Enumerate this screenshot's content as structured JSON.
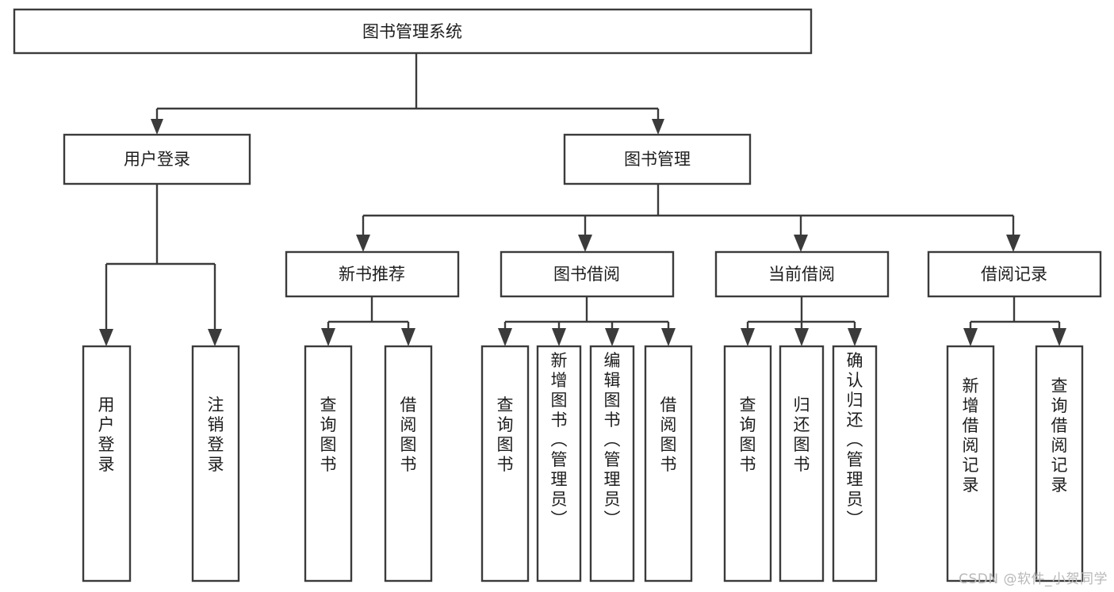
{
  "diagram": {
    "title": "图书管理系统",
    "type": "hierarchy-tree",
    "watermark": "CSDN @软件_小贺同学",
    "colors": {
      "stroke": "#3b3b3b",
      "fill": "#ffffff",
      "text": "#1d1d1d",
      "watermark": "#b8b8b8",
      "background": "#ffffff"
    },
    "levels": [
      {
        "level": 1,
        "nodes": [
          {
            "id": "root",
            "label": "图书管理系统",
            "orientation": "horizontal"
          }
        ]
      },
      {
        "level": 2,
        "nodes": [
          {
            "id": "login",
            "label": "用户登录",
            "orientation": "horizontal",
            "parent": "root"
          },
          {
            "id": "bookmgmt",
            "label": "图书管理",
            "orientation": "horizontal",
            "parent": "root"
          }
        ]
      },
      {
        "level": 3,
        "nodes": [
          {
            "id": "newbook",
            "label": "新书推荐",
            "orientation": "horizontal",
            "parent": "bookmgmt"
          },
          {
            "id": "borrow",
            "label": "图书借阅",
            "orientation": "horizontal",
            "parent": "bookmgmt"
          },
          {
            "id": "current",
            "label": "当前借阅",
            "orientation": "horizontal",
            "parent": "bookmgmt"
          },
          {
            "id": "records",
            "label": "借阅记录",
            "orientation": "horizontal",
            "parent": "bookmgmt"
          }
        ]
      },
      {
        "level": 4,
        "nodes": [
          {
            "id": "leaf-user-login",
            "label": "用户登录",
            "orientation": "vertical",
            "parent": "login"
          },
          {
            "id": "leaf-user-logout",
            "label": "注销登录",
            "orientation": "vertical",
            "parent": "login"
          },
          {
            "id": "leaf-newbook-query",
            "label": "查询图书",
            "orientation": "vertical",
            "parent": "newbook"
          },
          {
            "id": "leaf-newbook-borrow",
            "label": "借阅图书",
            "orientation": "vertical",
            "parent": "newbook"
          },
          {
            "id": "leaf-borrow-query",
            "label": "查询图书",
            "orientation": "vertical",
            "parent": "borrow"
          },
          {
            "id": "leaf-borrow-add",
            "label": "新增图书（管理员）",
            "orientation": "vertical",
            "parent": "borrow"
          },
          {
            "id": "leaf-borrow-edit",
            "label": "编辑图书（管理员）",
            "orientation": "vertical",
            "parent": "borrow"
          },
          {
            "id": "leaf-borrow-lend",
            "label": "借阅图书",
            "orientation": "vertical",
            "parent": "borrow"
          },
          {
            "id": "leaf-current-query",
            "label": "查询图书",
            "orientation": "vertical",
            "parent": "current"
          },
          {
            "id": "leaf-current-return",
            "label": "归还图书",
            "orientation": "vertical",
            "parent": "current"
          },
          {
            "id": "leaf-current-confirm",
            "label": "确认归还（管理员）",
            "orientation": "vertical",
            "parent": "current"
          },
          {
            "id": "leaf-records-add",
            "label": "新增借阅记录",
            "orientation": "vertical",
            "parent": "records"
          },
          {
            "id": "leaf-records-query",
            "label": "查询借阅记录",
            "orientation": "vertical",
            "parent": "records"
          }
        ]
      }
    ]
  }
}
